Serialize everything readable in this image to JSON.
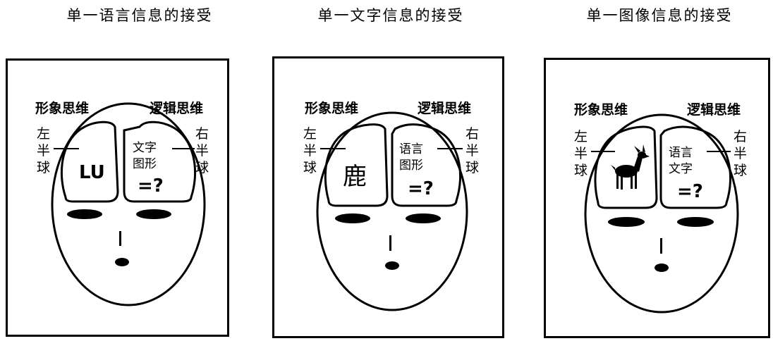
{
  "panels": [
    {
      "caption": "单一语言信息的接受",
      "label_left_top": "形象思维",
      "label_right_top": "逻辑思维",
      "left_hemisphere_label": [
        "左",
        "半",
        "球"
      ],
      "right_hemisphere_label": [
        "右",
        "半",
        "球"
      ],
      "left_lobe_content": "LU",
      "right_lobe_lines": [
        "文字",
        "图形"
      ],
      "right_lobe_query": "=?"
    },
    {
      "caption": "单一文字信息的接受",
      "label_left_top": "形象思维",
      "label_right_top": "逻辑思维",
      "left_hemisphere_label": [
        "左",
        "半",
        "球"
      ],
      "right_hemisphere_label": [
        "右",
        "半",
        "球"
      ],
      "left_lobe_content": "鹿",
      "right_lobe_lines": [
        "语言",
        "图形"
      ],
      "right_lobe_query": "=?"
    },
    {
      "caption": "单一图像信息的接受",
      "label_left_top": "形象思维",
      "label_right_top": "逻辑思维",
      "left_hemisphere_label": [
        "左",
        "半",
        "球"
      ],
      "right_hemisphere_label": [
        "右",
        "半",
        "球"
      ],
      "left_lobe_content": "deer-silhouette-icon",
      "right_lobe_lines": [
        "语言",
        "文字"
      ],
      "right_lobe_query": "=?"
    }
  ]
}
